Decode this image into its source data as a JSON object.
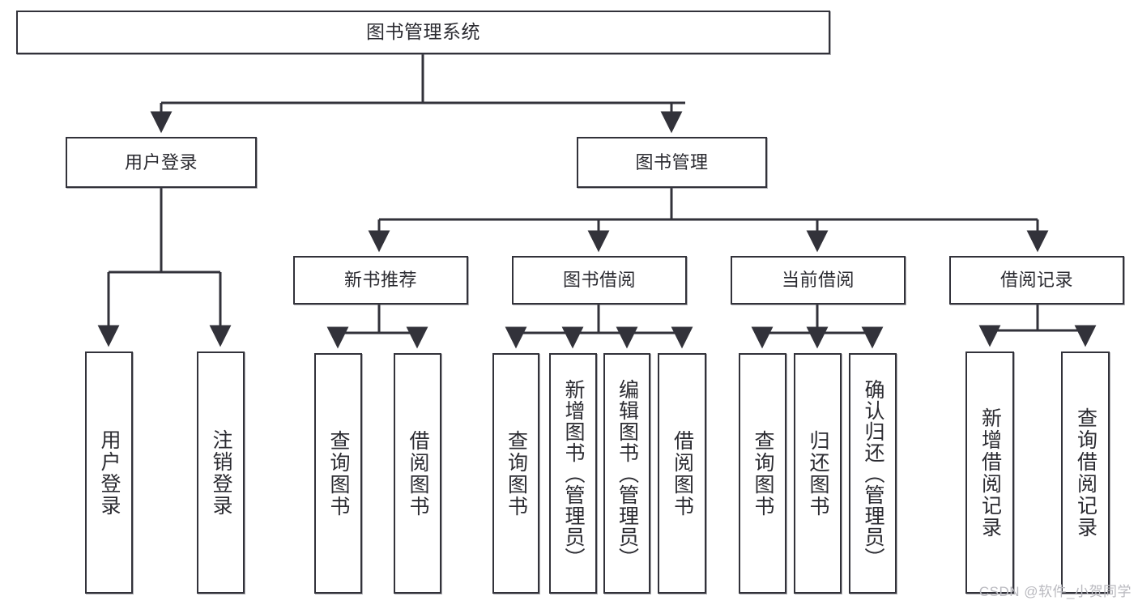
{
  "title": "图书管理系统",
  "watermark": "CSDN @软件_小贺同学",
  "colors": {
    "box_border": "#32323a",
    "connector": "#32323a",
    "background": "#ffffff",
    "text": "#2b2b31",
    "watermark": "#b9b9bf"
  },
  "chart_data": {
    "type": "diagram",
    "diagram_kind": "tree / functional decomposition chart",
    "title": "图书管理系统",
    "orientation": "top-down",
    "levels": 4,
    "node_count": 22,
    "root": {
      "id": "root",
      "label": "图书管理系统",
      "level": 0,
      "children": [
        "user-login",
        "book-management"
      ]
    },
    "nodes": [
      {
        "id": "root",
        "label": "图书管理系统",
        "level": 0,
        "parent": null,
        "text_direction": "horizontal"
      },
      {
        "id": "user-login",
        "label": "用户登录",
        "level": 1,
        "parent": "root",
        "text_direction": "horizontal"
      },
      {
        "id": "book-management",
        "label": "图书管理",
        "level": 1,
        "parent": "root",
        "text_direction": "horizontal"
      },
      {
        "id": "user-login-leaf",
        "label": "用户登录",
        "level": 2,
        "parent": "user-login",
        "text_direction": "vertical"
      },
      {
        "id": "user-logout-leaf",
        "label": "注销登录",
        "level": 2,
        "parent": "user-login",
        "text_direction": "vertical"
      },
      {
        "id": "new-book-recommend",
        "label": "新书推荐",
        "level": 2,
        "parent": "book-management",
        "text_direction": "horizontal"
      },
      {
        "id": "book-borrow",
        "label": "图书借阅",
        "level": 2,
        "parent": "book-management",
        "text_direction": "horizontal"
      },
      {
        "id": "current-borrow",
        "label": "当前借阅",
        "level": 2,
        "parent": "book-management",
        "text_direction": "horizontal"
      },
      {
        "id": "borrow-record",
        "label": "借阅记录",
        "level": 2,
        "parent": "book-management",
        "text_direction": "horizontal"
      },
      {
        "id": "rec-query-book",
        "label": "查询图书",
        "level": 3,
        "parent": "new-book-recommend",
        "text_direction": "vertical"
      },
      {
        "id": "rec-borrow-book",
        "label": "借阅图书",
        "level": 3,
        "parent": "new-book-recommend",
        "text_direction": "vertical"
      },
      {
        "id": "bb-query-book",
        "label": "查询图书",
        "level": 3,
        "parent": "book-borrow",
        "text_direction": "vertical"
      },
      {
        "id": "bb-add-book",
        "label": "新增图书（管理员）",
        "level": 3,
        "parent": "book-borrow",
        "text_direction": "vertical"
      },
      {
        "id": "bb-edit-book",
        "label": "编辑图书（管理员）",
        "level": 3,
        "parent": "book-borrow",
        "text_direction": "vertical"
      },
      {
        "id": "bb-borrow-book",
        "label": "借阅图书",
        "level": 3,
        "parent": "book-borrow",
        "text_direction": "vertical"
      },
      {
        "id": "cb-query-book",
        "label": "查询图书",
        "level": 3,
        "parent": "current-borrow",
        "text_direction": "vertical"
      },
      {
        "id": "cb-return-book",
        "label": "归还图书",
        "level": 3,
        "parent": "current-borrow",
        "text_direction": "vertical"
      },
      {
        "id": "cb-confirm-return",
        "label": "确认归还（管理员）",
        "level": 3,
        "parent": "current-borrow",
        "text_direction": "vertical"
      },
      {
        "id": "br-add-record",
        "label": "新增借阅记录",
        "level": 3,
        "parent": "borrow-record",
        "text_direction": "vertical"
      },
      {
        "id": "br-query-record",
        "label": "查询借阅记录",
        "level": 3,
        "parent": "borrow-record",
        "text_direction": "vertical"
      }
    ],
    "edges": [
      {
        "from": "root",
        "to": "user-login"
      },
      {
        "from": "root",
        "to": "book-management"
      },
      {
        "from": "user-login",
        "to": "user-login-leaf"
      },
      {
        "from": "user-login",
        "to": "user-logout-leaf"
      },
      {
        "from": "book-management",
        "to": "new-book-recommend"
      },
      {
        "from": "book-management",
        "to": "book-borrow"
      },
      {
        "from": "book-management",
        "to": "current-borrow"
      },
      {
        "from": "book-management",
        "to": "borrow-record"
      },
      {
        "from": "new-book-recommend",
        "to": "rec-query-book"
      },
      {
        "from": "new-book-recommend",
        "to": "rec-borrow-book"
      },
      {
        "from": "book-borrow",
        "to": "bb-query-book"
      },
      {
        "from": "book-borrow",
        "to": "bb-add-book"
      },
      {
        "from": "book-borrow",
        "to": "bb-edit-book"
      },
      {
        "from": "book-borrow",
        "to": "bb-borrow-book"
      },
      {
        "from": "current-borrow",
        "to": "cb-query-book"
      },
      {
        "from": "current-borrow",
        "to": "cb-return-book"
      },
      {
        "from": "current-borrow",
        "to": "cb-confirm-return"
      },
      {
        "from": "borrow-record",
        "to": "br-add-record"
      },
      {
        "from": "borrow-record",
        "to": "br-query-record"
      }
    ]
  },
  "nodes": {
    "root": "图书管理系统",
    "user_login": "用户登录",
    "book_management": "图书管理",
    "user_login_leaf": "用户登录",
    "user_logout_leaf": "注销登录",
    "new_book_recommend": "新书推荐",
    "book_borrow": "图书借阅",
    "current_borrow": "当前借阅",
    "borrow_record": "借阅记录",
    "rec_query_book": "查询图书",
    "rec_borrow_book": "借阅图书",
    "bb_query_book": "查询图书",
    "bb_add_book": "新增图书（管理员）",
    "bb_edit_book": "编辑图书（管理员）",
    "bb_borrow_book": "借阅图书",
    "cb_query_book": "查询图书",
    "cb_return_book": "归还图书",
    "cb_confirm_return": "确认归还（管理员）",
    "br_add_record": "新增借阅记录",
    "br_query_record": "查询借阅记录"
  }
}
